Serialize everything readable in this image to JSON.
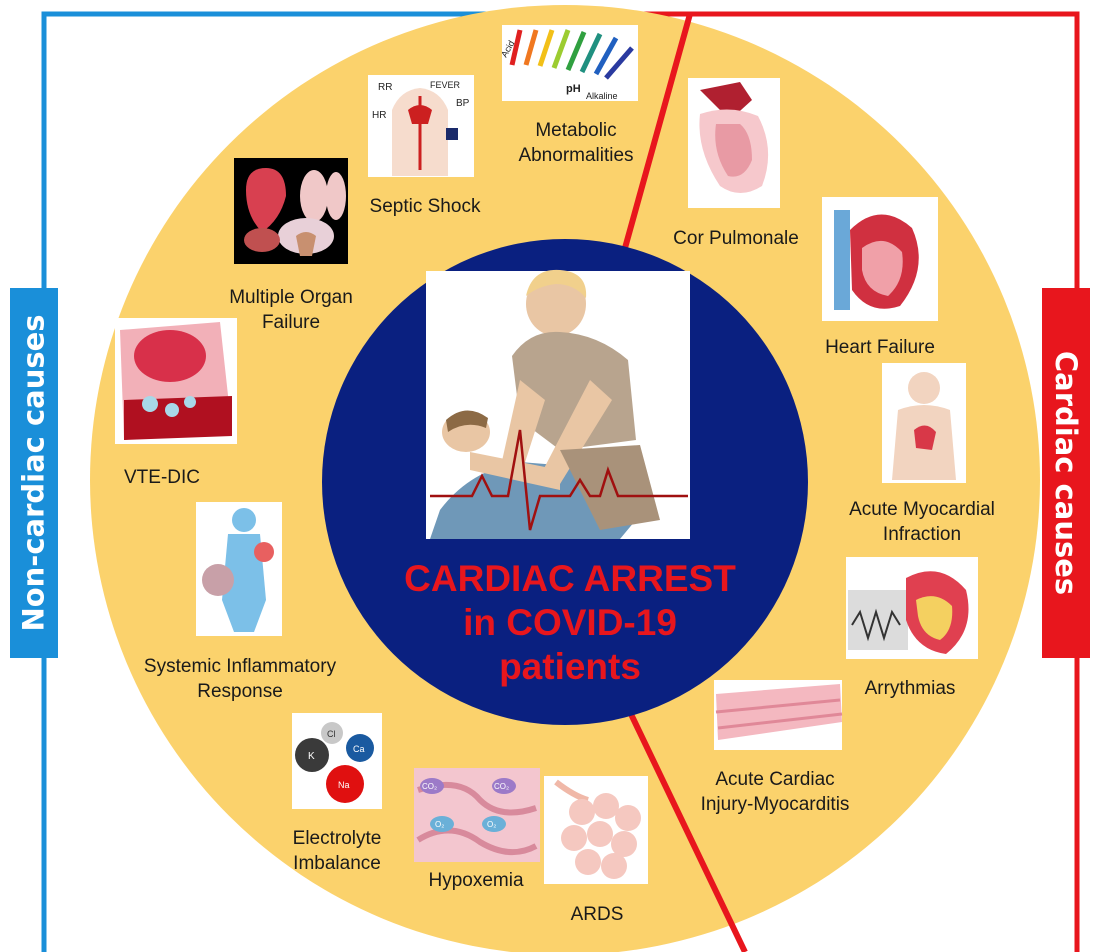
{
  "side_labels": {
    "left": "Non-cardiac causes",
    "right": "Cardiac causes"
  },
  "center": {
    "line1": "CARDIAC ARREST",
    "line2": "in COVID-19",
    "line3": "patients"
  },
  "causes": {
    "metabolic": [
      "Metabolic",
      "Abnormalities"
    ],
    "septic": [
      "Septic Shock"
    ],
    "multiple_organ": [
      "Multiple Organ",
      "Failure"
    ],
    "vte": [
      "VTE-DIC"
    ],
    "systemic": [
      "Systemic Inflammatory",
      "Response"
    ],
    "electrolyte": [
      "Electrolyte",
      "Imbalance"
    ],
    "hypoxemia": [
      "Hypoxemia"
    ],
    "ards": [
      "ARDS"
    ],
    "cor_pulmonale": [
      "Cor Pulmonale"
    ],
    "heart_failure": [
      "Heart Failure"
    ],
    "ami": [
      "Acute Myocardial",
      "Infraction"
    ],
    "arrythmias": [
      "Arrythmias"
    ],
    "acute_cardiac": [
      "Acute Cardiac",
      "Injury-Myocarditis"
    ]
  },
  "illustration_text": {
    "ph_acid": "Acid",
    "ph_label": "pH",
    "ph_alkaline": "Alkaline",
    "septic_rr": "RR",
    "septic_fever": "FEVER",
    "septic_hr": "HR",
    "septic_bp": "BP",
    "ion_k": "K",
    "ion_cl": "Cl",
    "ion_ca": "Ca",
    "ion_na": "Na",
    "gas_co2_a": "CO₂",
    "gas_co2_b": "CO₂",
    "gas_o2_a": "O₂",
    "gas_o2_b": "O₂"
  },
  "colors": {
    "ring": "#fbd26c",
    "center": "#0a2080",
    "non_cardiac": "#1a8fd9",
    "cardiac": "#e8161d",
    "title": "#e8161d"
  }
}
